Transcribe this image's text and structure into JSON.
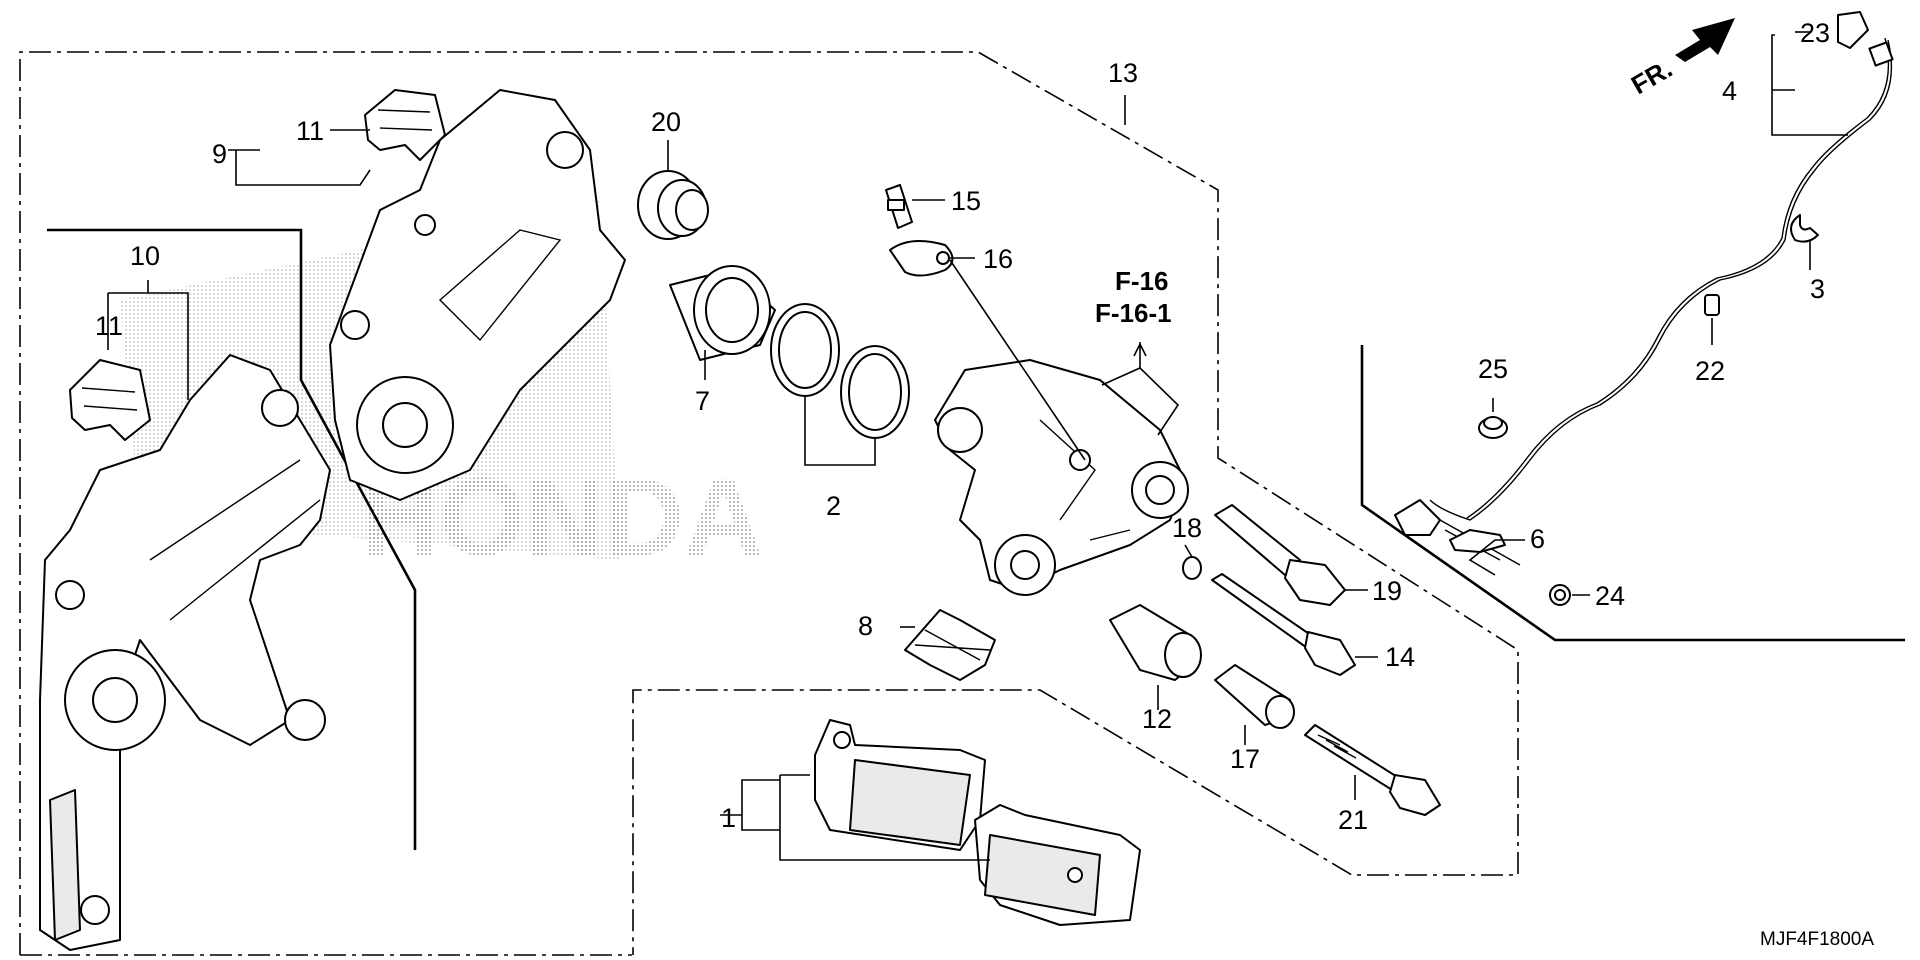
{
  "diagram": {
    "code": "MJF4F1800A",
    "direction_label": "FR.",
    "reference": {
      "line1": "F-16",
      "line2": "F-16-1"
    },
    "watermark": "HONDA",
    "callouts": [
      {
        "id": "c1",
        "text": "1"
      },
      {
        "id": "c2",
        "text": "2"
      },
      {
        "id": "c3",
        "text": "3"
      },
      {
        "id": "c4",
        "text": "4"
      },
      {
        "id": "c6",
        "text": "6"
      },
      {
        "id": "c7",
        "text": "7"
      },
      {
        "id": "c8",
        "text": "8"
      },
      {
        "id": "c9",
        "text": "9"
      },
      {
        "id": "c10",
        "text": "10"
      },
      {
        "id": "c11a",
        "text": "11"
      },
      {
        "id": "c11b",
        "text": "11"
      },
      {
        "id": "c12",
        "text": "12"
      },
      {
        "id": "c13",
        "text": "13"
      },
      {
        "id": "c14",
        "text": "14"
      },
      {
        "id": "c15",
        "text": "15"
      },
      {
        "id": "c16",
        "text": "16"
      },
      {
        "id": "c17",
        "text": "17"
      },
      {
        "id": "c18",
        "text": "18"
      },
      {
        "id": "c19",
        "text": "19"
      },
      {
        "id": "c20",
        "text": "20"
      },
      {
        "id": "c21",
        "text": "21"
      },
      {
        "id": "c22",
        "text": "22"
      },
      {
        "id": "c23",
        "text": "23"
      },
      {
        "id": "c24",
        "text": "24"
      },
      {
        "id": "c25",
        "text": "25"
      }
    ]
  }
}
